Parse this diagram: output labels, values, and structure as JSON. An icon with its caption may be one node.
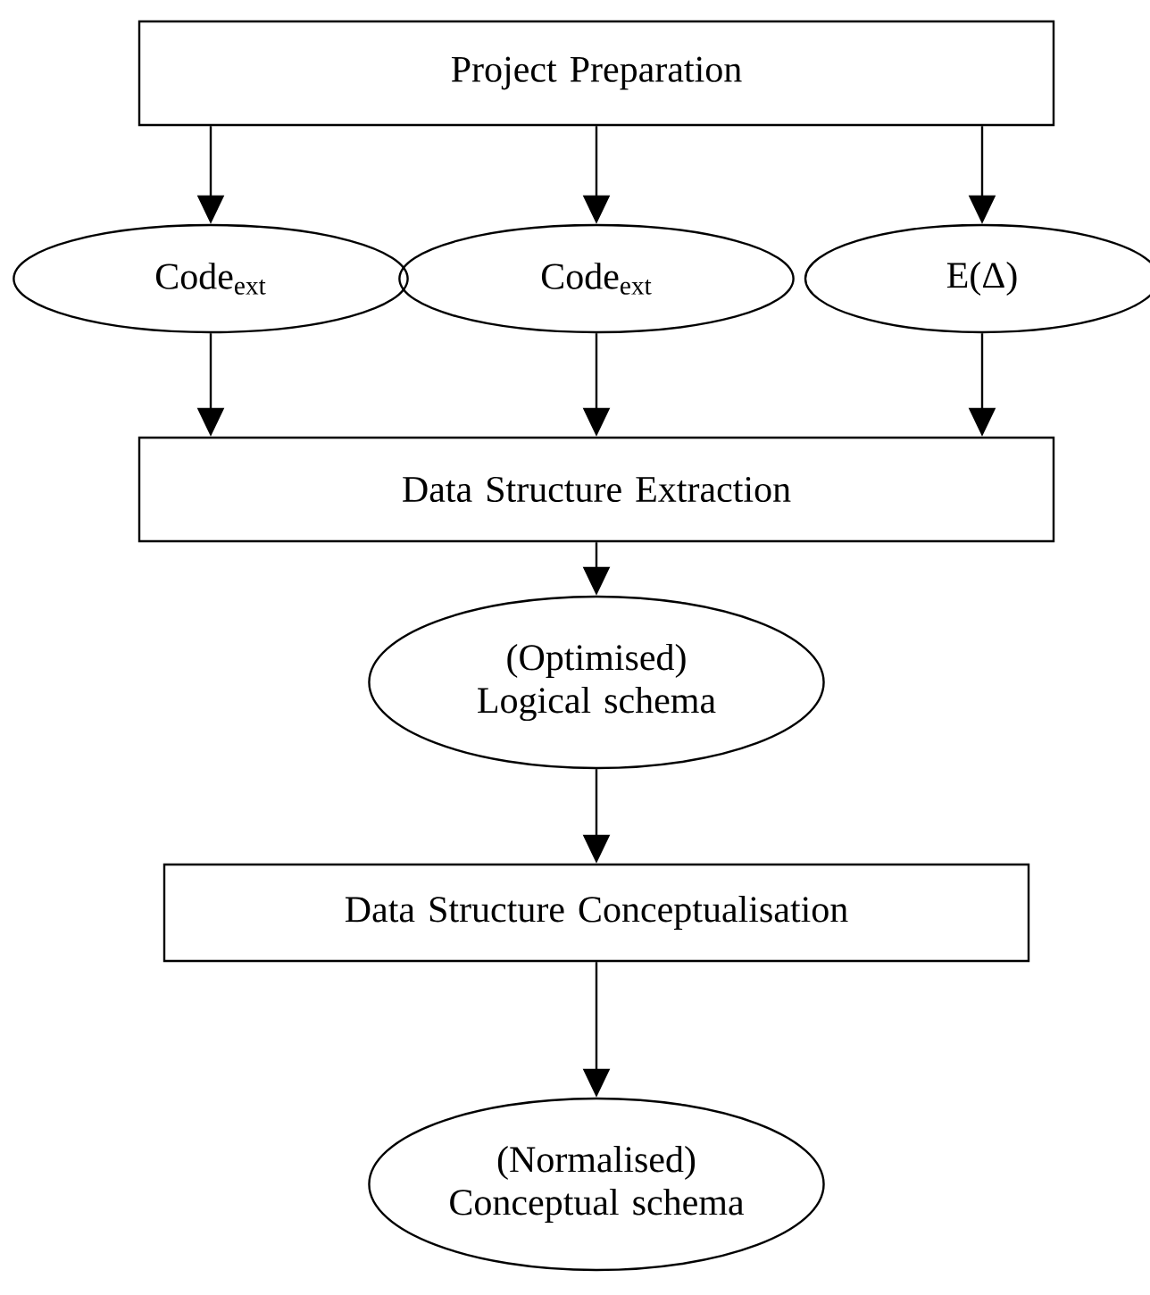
{
  "diagram": {
    "nodes": [
      {
        "text": [
          "Project Preparation"
        ]
      },
      {
        "text": [
          "Code$_{ext}$"
        ]
      },
      {
        "text": [
          "Code$_{ext}$"
        ]
      },
      {
        "text": [
          "E(Δ)"
        ]
      },
      {
        "text": [
          "Data Structure Extraction"
        ]
      },
      {
        "text": [
          "(Optimised) Logical schema"
        ]
      },
      {
        "text": [
          "Data Structure Conceptualisation"
        ]
      },
      {
        "text": [
          "(Normalised) Conceptual schema"
        ]
      }
    ],
    "edges": [
      {
        "from": 0,
        "to": 1,
        "arrow": "to"
      },
      {
        "from": 0,
        "to": 2,
        "arrow": "to"
      },
      {
        "from": 0,
        "to": 3,
        "arrow": "to"
      },
      {
        "from": 1,
        "to": 4,
        "arrow": "to"
      },
      {
        "from": 2,
        "to": 4,
        "arrow": "to"
      },
      {
        "from": 3,
        "to": 4,
        "arrow": "to"
      },
      {
        "from": 4,
        "to": 5,
        "arrow": "to"
      },
      {
        "from": 5,
        "to": 6,
        "arrow": "to"
      },
      {
        "from": 6,
        "to": 7,
        "arrow": "to"
      }
    ]
  }
}
